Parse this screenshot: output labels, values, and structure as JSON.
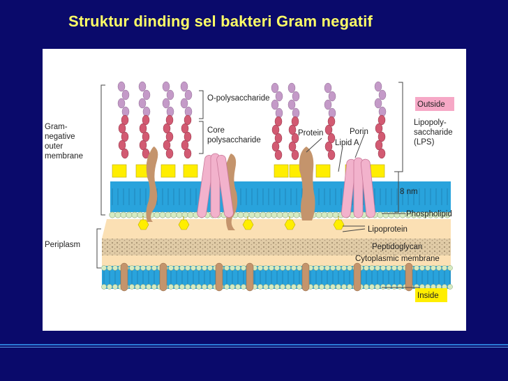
{
  "slide": {
    "title": "Struktur dinding sel bakteri Gram negatif"
  },
  "diagram": {
    "labels": {
      "gram_neg_outer_1": "Gram-",
      "gram_neg_outer_2": "negative",
      "gram_neg_outer_3": "outer",
      "gram_neg_outer_4": "membrane",
      "o_polysaccharide": "O-polysaccharide",
      "core_1": "Core",
      "core_2": "polysaccharide",
      "protein": "Protein",
      "porin": "Porin",
      "lipid_a": "Lipid A",
      "outside": "Outside",
      "lps_1": "Lipopoly-",
      "lps_2": "saccharide",
      "lps_3": "(LPS)",
      "thickness": "8 nm",
      "phospholipid": "Phospholipid",
      "lipoprotein": "Lipoprotein",
      "periplasm": "Periplasm",
      "peptidoglycan": "Peptidoglycan",
      "cytoplasmic_membrane": "Cytoplasmic membrane",
      "inside": "Inside"
    },
    "colors": {
      "background": "#0a0a6b",
      "title": "#ffff66",
      "membrane_blue": "#29a3dc",
      "head_green": "#d6ebc2",
      "lipid_a_yellow": "#ffee00",
      "chain_red": "#d25a72",
      "chain_violet": "#c49ac8",
      "protein_brown": "#c4946c",
      "porin_pink": "#f2b2cc",
      "periplasm_peach": "#fbe0b4",
      "peptidoglycan_tan": "#e0cba6",
      "outside_box": "#f6a8c6",
      "inside_box": "#ffee00"
    }
  }
}
